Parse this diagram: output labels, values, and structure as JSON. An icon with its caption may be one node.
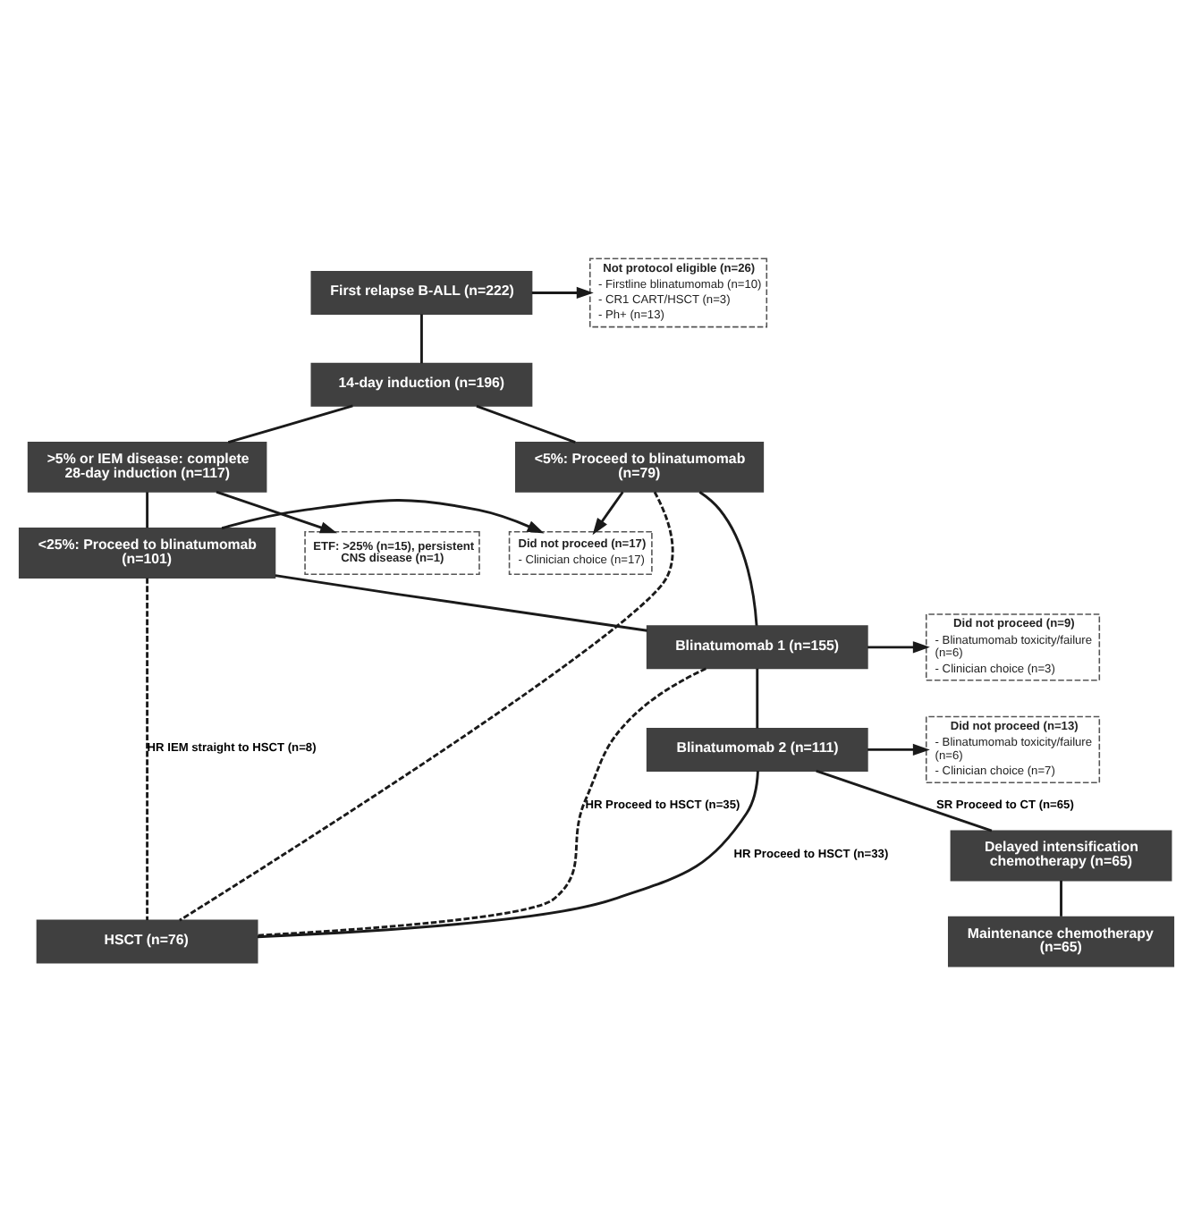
{
  "diagram": {
    "nodes": [
      {
        "text": [
          "First relapse B-ALL (n=222)"
        ]
      },
      {
        "text": [
          "Not protocol eligible (n=26)",
          "- Firstline blinatumomab (n=10)",
          "- CR1 CART/HSCT (n=3)",
          "- Ph+ (n=13)"
        ]
      },
      {
        "text": [
          "14-day induction (n=196)"
        ]
      },
      {
        "text": [
          ">5% or IEM disease: complete 28-day induction (n=117)"
        ]
      },
      {
        "text": [
          "<5%: Proceed to blinatumomab (n=79)"
        ]
      },
      {
        "text": [
          "ETF: >25% (n=15), persistent CNS disease (n=1)"
        ]
      },
      {
        "text": [
          "<25%: Proceed to blinatumomab (n=101)"
        ]
      },
      {
        "text": [
          "Did not proceed (n=17)",
          "- Clinician choice (n=17)"
        ]
      },
      {
        "text": [
          "Blinatumomab 1 (n=155)"
        ]
      },
      {
        "text": [
          "Did not proceed (n=9)",
          "- Blinatumomab toxicity/failure (n=6)",
          "- Clinician choice (n=3)"
        ]
      },
      {
        "text": [
          "Blinatumomab 2 (n=111)"
        ]
      },
      {
        "text": [
          "Did not proceed (n=13)",
          "- Blinatumomab toxicity/failure (n=6)",
          "- Clinician choice (n=7)"
        ]
      },
      {
        "text": [
          "Delayed intensification chemotherapy (n=65)"
        ]
      },
      {
        "text": [
          "HSCT (n=76)"
        ]
      },
      {
        "text": [
          "Maintenance chemotherapy (n=65)"
        ]
      }
    ],
    "edges": [
      {
        "from": 0,
        "to": 1,
        "arrow": "to"
      },
      {
        "from": 0,
        "to": 2,
        "arrow": "none"
      },
      {
        "from": 2,
        "to": 3,
        "arrow": "none"
      },
      {
        "from": 2,
        "to": 4,
        "arrow": "none"
      },
      {
        "from": 3,
        "to": 5,
        "arrow": "to"
      },
      {
        "from": 3,
        "to": 6,
        "arrow": "none"
      },
      {
        "from": 6,
        "to": 8,
        "arrow": "none"
      },
      {
        "from": 4,
        "to": 8,
        "arrow": "none"
      },
      {
        "from": 6,
        "to": 7,
        "arrow": "to"
      },
      {
        "from": 4,
        "to": 7,
        "arrow": "to"
      },
      {
        "from": 6,
        "to": 13,
        "arrow": "none",
        "style": "dashed",
        "label": "HR IEM straight to HSCT (n=8)"
      },
      {
        "from": 4,
        "to": 13,
        "arrow": "none",
        "style": "dashed"
      },
      {
        "from": 8,
        "to": 9,
        "arrow": "to"
      },
      {
        "from": 8,
        "to": 10,
        "arrow": "none"
      },
      {
        "from": 8,
        "to": 13,
        "arrow": "none",
        "style": "dashed",
        "label": "HR Proceed to HSCT (n=35)"
      },
      {
        "from": 10,
        "to": 11,
        "arrow": "to"
      },
      {
        "from": 10,
        "to": 13,
        "arrow": "none",
        "label": "HR Proceed to HSCT (n=33)"
      },
      {
        "from": 10,
        "to": 12,
        "arrow": "none",
        "label": "SR Proceed to CT (n=65)"
      },
      {
        "from": 12,
        "to": 14,
        "arrow": "none"
      }
    ]
  }
}
